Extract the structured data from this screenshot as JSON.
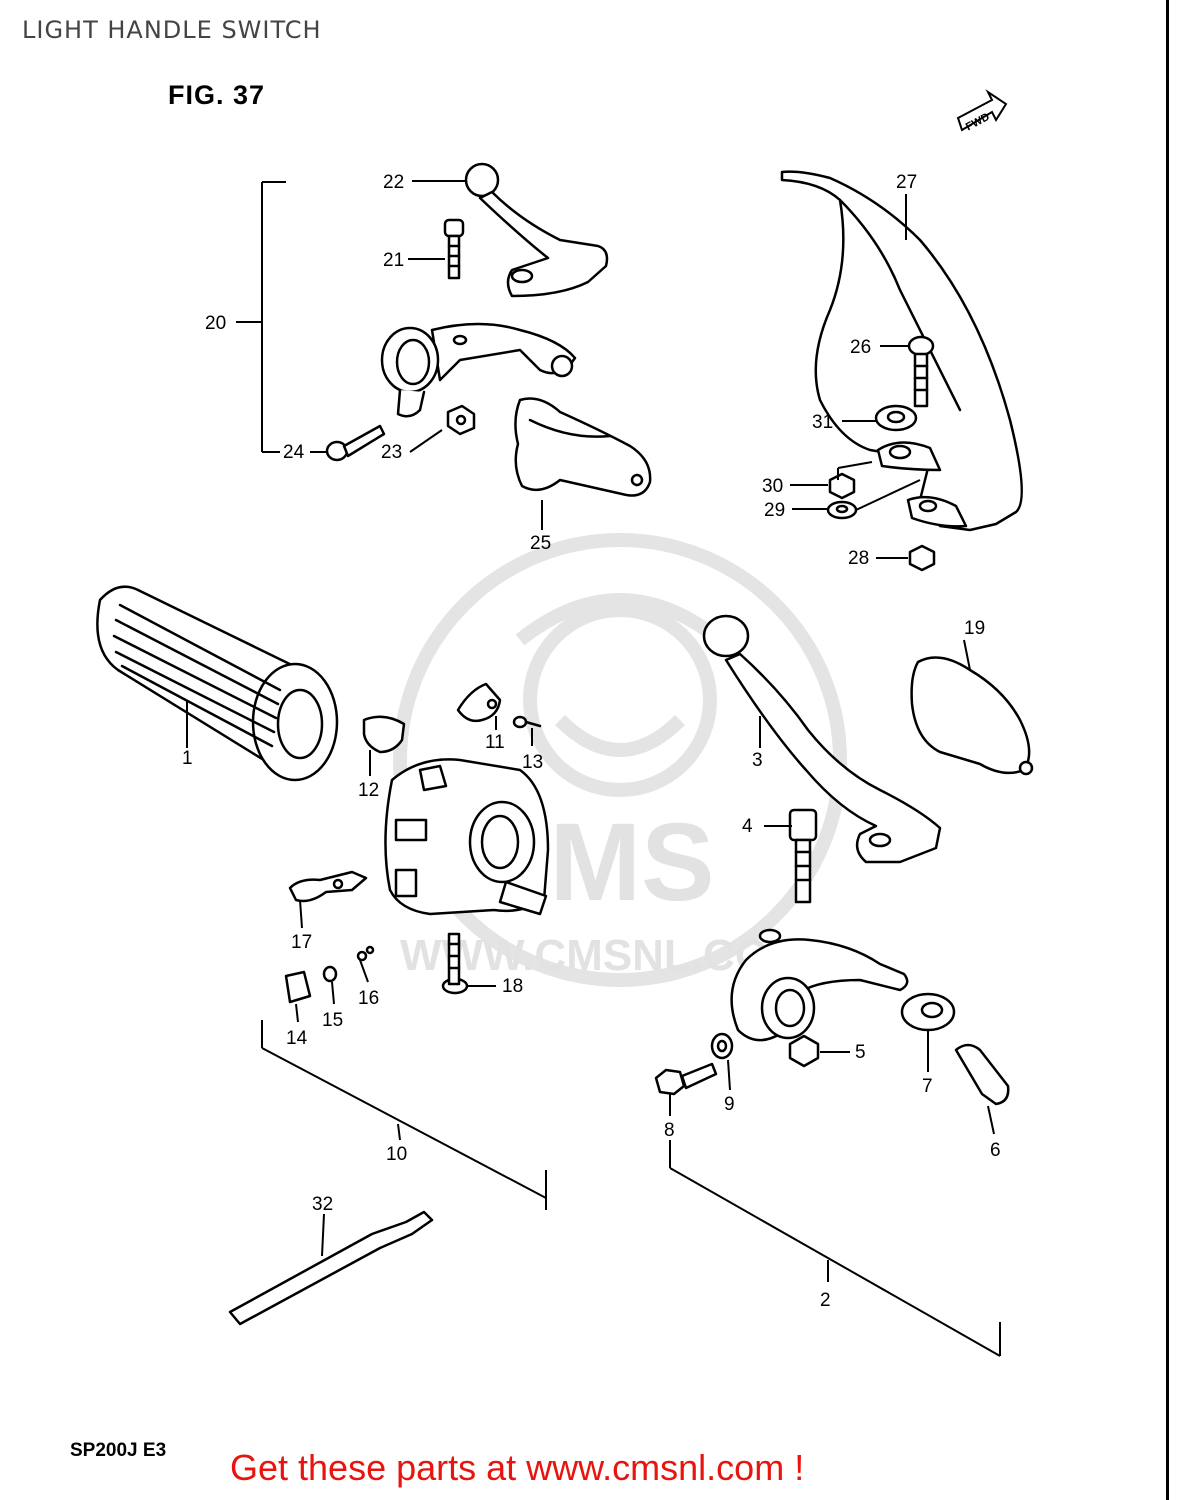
{
  "header": {
    "title": "LIGHT HANDLE SWITCH"
  },
  "figure": {
    "label": "FIG. 37",
    "direction_marker": "FWD",
    "model_code": "SP200J  E3"
  },
  "watermark": {
    "brand": "CMS",
    "url": "WWW.CMSNL.COM"
  },
  "footer": {
    "cta": "Get these parts at www.cmsnl.com !"
  },
  "callouts": {
    "c1": "1",
    "c2": "2",
    "c3": "3",
    "c4": "4",
    "c5": "5",
    "c6": "6",
    "c7": "7",
    "c8": "8",
    "c9": "9",
    "c10": "10",
    "c11": "11",
    "c12": "12",
    "c13": "13",
    "c14": "14",
    "c15": "15",
    "c16": "16",
    "c17": "17",
    "c18": "18",
    "c19": "19",
    "c20": "20",
    "c21": "21",
    "c22": "22",
    "c23": "23",
    "c24": "24",
    "c25": "25",
    "c26": "26",
    "c27": "27",
    "c28": "28",
    "c29": "29",
    "c30": "30",
    "c31": "31",
    "c32": "32"
  },
  "colors": {
    "line": "#000000",
    "watermark": "#e2e2e2",
    "cta": "#e8150f"
  }
}
